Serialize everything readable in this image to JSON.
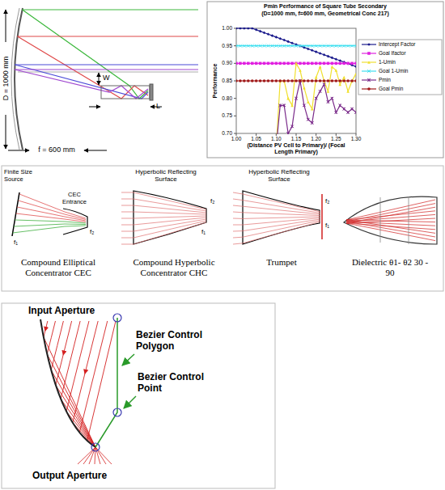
{
  "diagram": {
    "labels": [
      "D = 1000 mm",
      "W",
      "L",
      "f = 600 mm",
      "Pmin Performance of Square Tube Secondary",
      "(D=1000 mm, f=600 mm, Geometrical Conc 217)",
      "1.00",
      "0.95",
      "0.90",
      "0.85",
      "0.80",
      "0.75",
      "0.70",
      "Performance",
      "1.00",
      "1.05",
      "1.10",
      "1.15",
      "1.20",
      "1.25",
      "1.30",
      "(Distance PV Cell to Primary)/ (Focal Length Primary)",
      "Finite Size Source",
      "CEC Entrance",
      "f₁",
      "f₂",
      "Compound Elliptical Concentrator CEC",
      "Hyperbolic Reflecting Surface",
      "f₂",
      "f₁",
      "Compound Hyperbolic Concentrator CHC",
      "Hyperbolic Reflecting Surface",
      "f₂",
      "f₁",
      "Trumpet",
      "Dielectric θ1- θ2 30 - 90",
      "Input Aperture",
      "Bezier Control Polygon",
      "Bezier Control Point",
      "Output Aperture"
    ],
    "legend": [
      {
        "text": "Intercept Factor"
      },
      {
        "text": "Goal Ifactor"
      },
      {
        "text": "1-Umin"
      },
      {
        "text": "Goal 1-Umin"
      },
      {
        "text": "Pmin"
      },
      {
        "text": "Goal Pmin"
      }
    ]
  }
}
